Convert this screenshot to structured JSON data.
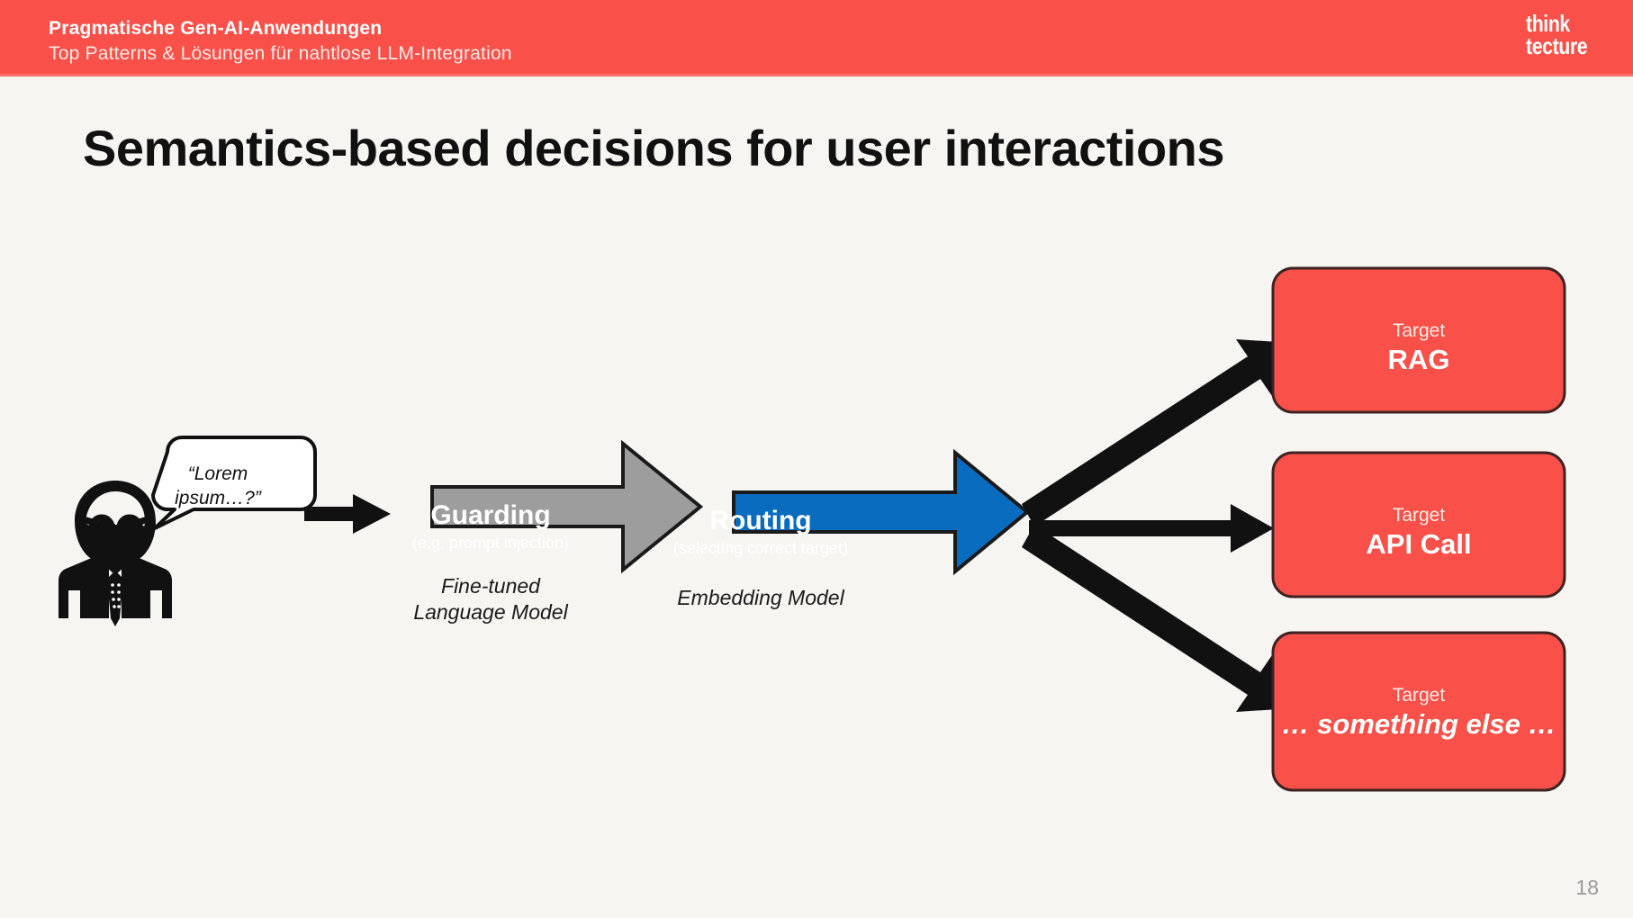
{
  "header": {
    "title": "Pragmatische Gen-AI-Anwendungen",
    "subtitle": "Top Patterns & Lösungen für nahtlose LLM-Integration",
    "logo_line1": "think",
    "logo_line2": "tecture",
    "background_color": "#f9514a"
  },
  "slide": {
    "title": "Semantics-based decisions for user interactions",
    "page_number": "18",
    "background_color": "#f7f5f2"
  },
  "diagram": {
    "user": {
      "icon": "person-with-glasses-and-tie-icon",
      "speech_bubble_line1": "“Lorem",
      "speech_bubble_line2": "ipsum…?”"
    },
    "stages": [
      {
        "id": "guarding",
        "title": "Guarding",
        "subtitle": "(e.g. prompt injection)",
        "caption_line1": "Fine-tuned",
        "caption_line2": "Language Model",
        "fill_color": "#9d9d9d",
        "text_color": "#ffffff"
      },
      {
        "id": "routing",
        "title": "Routing",
        "subtitle": "(selecting correct target)",
        "caption_line1": "Embedding Model",
        "caption_line2": "",
        "fill_color": "#0a6cbf",
        "text_color": "#ffffff"
      }
    ],
    "targets": [
      {
        "id": "rag",
        "kicker": "Target",
        "name": "RAG",
        "italic": false,
        "fill_color": "#f9514a"
      },
      {
        "id": "api-call",
        "kicker": "Target",
        "name": "API Call",
        "italic": false,
        "fill_color": "#f9514a"
      },
      {
        "id": "something-else",
        "kicker": "Target",
        "name": "… something else …",
        "italic": true,
        "fill_color": "#f9514a"
      }
    ],
    "connectors": [
      {
        "id": "user-to-guarding",
        "color": "#111111"
      },
      {
        "id": "routing-to-rag",
        "color": "#111111"
      },
      {
        "id": "routing-to-api-call",
        "color": "#111111"
      },
      {
        "id": "routing-to-something-else",
        "color": "#111111"
      }
    ]
  }
}
